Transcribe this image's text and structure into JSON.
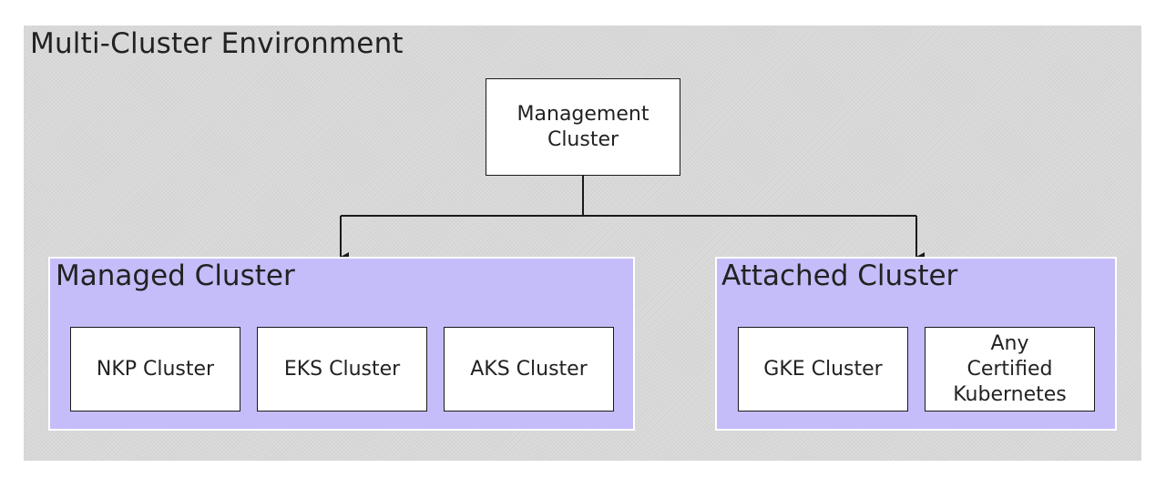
{
  "environment": {
    "title": "Multi-Cluster Environment"
  },
  "management_cluster": {
    "line1": "Management",
    "line2": "Cluster"
  },
  "managed_group": {
    "title": "Managed Cluster",
    "items": [
      {
        "label": "NKP Cluster"
      },
      {
        "label": "EKS Cluster"
      },
      {
        "label": "AKS Cluster"
      }
    ]
  },
  "attached_group": {
    "title": "Attached Cluster",
    "items": [
      {
        "label": "GKE Cluster"
      },
      {
        "line1": "Any",
        "line2": "Certified",
        "line3": "Kubernetes"
      }
    ]
  },
  "colors": {
    "environment_bg": "#d9d9d9",
    "group_bg": "#c5bdfa",
    "box_bg": "#ffffff",
    "line": "#1a1a1a"
  }
}
